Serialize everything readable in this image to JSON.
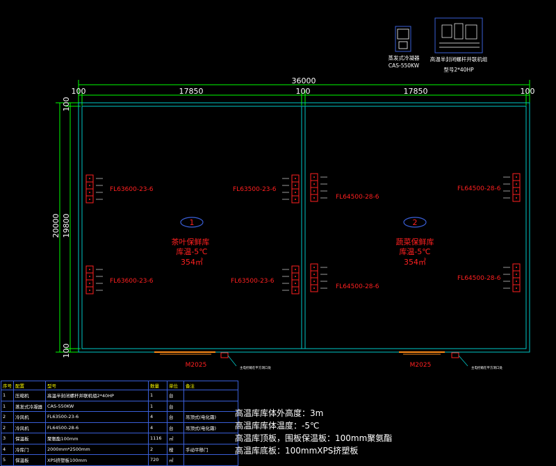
{
  "dimensions": {
    "total": "36000",
    "left_bay": "17850",
    "right_bay": "17850",
    "wall_left": "100",
    "wall_mid": "100",
    "wall_right": "100",
    "height_total": "20000",
    "height_inner": "19800",
    "wall_top": "100",
    "wall_bottom": "100"
  },
  "equipment": {
    "condenser": {
      "label": "蒸发式冷凝器",
      "model": "CAS-550KW"
    },
    "compressor": {
      "label": "高温半封闭螺杆并联机组",
      "model": "型号2*40HP"
    }
  },
  "rooms": [
    {
      "number": "1",
      "name": "茶叶保鲜库",
      "temp": "库温-5℃",
      "area": "354㎡"
    },
    {
      "number": "2",
      "name": "蔬菜保鲜库",
      "temp": "库温-5℃",
      "area": "354㎡"
    }
  ],
  "evaporators": {
    "left_tl": "FL63600-23-6",
    "left_tr": "FL63500-23-6",
    "left_bl": "FL63600-23-6",
    "left_br": "FL63500-23-6",
    "right_tl": "FL64500-28-6",
    "right_tr": "FL64500-28-6",
    "right_bl": "FL64500-28-6",
    "right_br": "FL64500-28-6"
  },
  "doors": {
    "left": "M2025",
    "right": "M2025",
    "note": "主电控箱在平方洞口处"
  },
  "bom": {
    "headers": [
      "序号",
      "配置",
      "型号",
      "数量",
      "单位",
      "备注"
    ],
    "rows": [
      [
        "1",
        "压缩机",
        "高温半封闭螺杆并联机组2*40HP",
        "1",
        "台",
        ""
      ],
      [
        "1",
        "蒸发式冷凝器",
        "CAS-550KW",
        "1",
        "台",
        ""
      ],
      [
        "2",
        "冷风机",
        "FL63500-23-6",
        "4",
        "台",
        "吊顶式(电化霜)"
      ],
      [
        "2",
        "冷风机",
        "FL64500-28-6",
        "4",
        "台",
        "吊顶式(电化霜)"
      ],
      [
        "3",
        "保温板",
        "聚氨酯100mm",
        "1116",
        "㎡",
        ""
      ],
      [
        "4",
        "冷库门",
        "2000mm*2500mm",
        "2",
        "樘",
        "手动平移门"
      ],
      [
        "5",
        "保温板",
        "XPS挤塑板100mm",
        "720",
        "㎡",
        ""
      ]
    ]
  },
  "notes": [
    "高温库库体外高度：3m",
    "高温库库体温度：-5℃",
    "高温库顶板，围板保温板：100mm聚氨酯",
    "高温库底板：100mmXPS挤塑板"
  ],
  "colors": {
    "dim": "#00ff00",
    "wall": "#00c8c8",
    "red": "#ff2020",
    "equipment": "#3a5fd8",
    "door": "#ff8c1a"
  }
}
